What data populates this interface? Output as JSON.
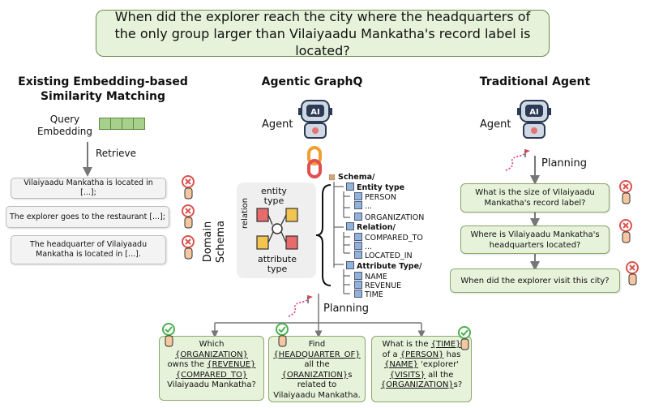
{
  "question": "When did the explorer reach the city where the headquarters of the only group larger than Vilaiyaadu Mankatha's record label is located?",
  "left": {
    "title_line1": "Existing Embedding-based",
    "title_line2": "Similarity Matching",
    "query_line1": "Query",
    "query_line2": "Embedding",
    "retrieve": "Retrieve",
    "results": [
      "Vilaiyaadu Mankatha is located in [...];",
      "The explorer goes to the restaurant [...];",
      "The headquarter of Vilaiyaadu Mankatha is located in [...]."
    ]
  },
  "middle": {
    "title": "Agentic GraphQ",
    "agent": "Agent",
    "domain": "Domain",
    "schema": "Schema",
    "entity_type_line1": "entity",
    "entity_type_line2": "type",
    "relation": "relation",
    "attribute_line1": "attribute",
    "attribute_line2": "type",
    "tree": {
      "root": "Schema/",
      "entity_type": "Entity type",
      "person": "PERSON",
      "dots1": "...",
      "organization": "ORGANIZATION",
      "relation": "Relation/",
      "compared_to": "COMPARED_TO",
      "dots2": "...",
      "located_in": "LOCATED_IN",
      "attribute_type": "Attribute Type/",
      "name": "NAME",
      "revenue": "REVENUE",
      "time": "TIME"
    },
    "planning": "Planning",
    "sub1": {
      "l1": "Which",
      "l2": "{ORGANIZATION}",
      "l3a": "owns the ",
      "l3b": "{REVENUE}",
      "l4": "{COMPARED_TO}",
      "l5": "Vilaiyaadu Mankatha?"
    },
    "sub2": {
      "l1": "Find",
      "l2": "{HEADQUARTER_OF}",
      "l3": "all the",
      "l4a": "{ORANIZATION}",
      "l4b": "s",
      "l5": "related to",
      "l6": "Vilaiyaadu Mankatha."
    },
    "sub3": {
      "l1a": "What is the ",
      "l1b": "{TIME}",
      "l2a": "of a ",
      "l2b": "{PERSON}",
      "l2c": " has",
      "l3a": "{NAME}",
      "l3b": " 'explorer'",
      "l4a": "{VISITS}",
      "l4b": " all the",
      "l5a": "{ORGANIZATION}",
      "l5b": "s?"
    }
  },
  "right": {
    "title": "Traditional Agent",
    "agent": "Agent",
    "planning": "Planning",
    "steps": [
      "What is the size of Vilaiyaadu Mankatha's record label?",
      "Where is Vilaiyaadu Mankatha's headquarters located?",
      "When did the explorer visit this city?"
    ]
  },
  "colors": {
    "green_fill": "#e6f2d9",
    "green_border": "#6a8a4a",
    "wrong": "#d9534f",
    "right": "#4caf50"
  }
}
